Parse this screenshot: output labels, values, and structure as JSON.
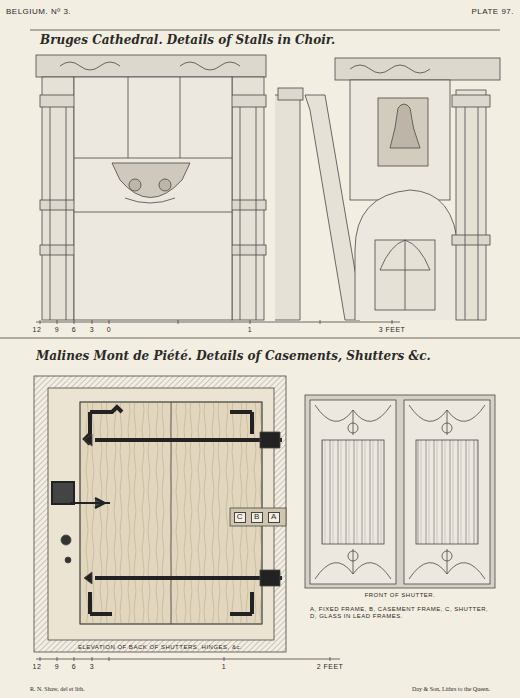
{
  "diagram": {
    "labels": [
      "BELGIUM. Nº 3.",
      "PLATE 97.",
      "Bruges Cathedral. Details of Stalls in Choir.",
      "12",
      "9",
      "6",
      "3",
      "0",
      "1",
      "3 FEET",
      "Malines Mont de Piété. Details of Casements, Shutters &c.",
      "C",
      "B",
      "A",
      "ELEVATION OF BACK OF SHUTTERS, HINGES, &c.",
      "FRONT OF SHUTTER.",
      "A, FIXED FRAME, B, CASEMENT FRAME, C, SHUTTER, D, GLASS IN LEAD FRAMES.",
      "12",
      "9",
      "6",
      "3",
      "1",
      "2 FEET",
      "R. N. Shaw, del et lith.",
      "Day & Son, Lithrs to the Queen."
    ]
  }
}
